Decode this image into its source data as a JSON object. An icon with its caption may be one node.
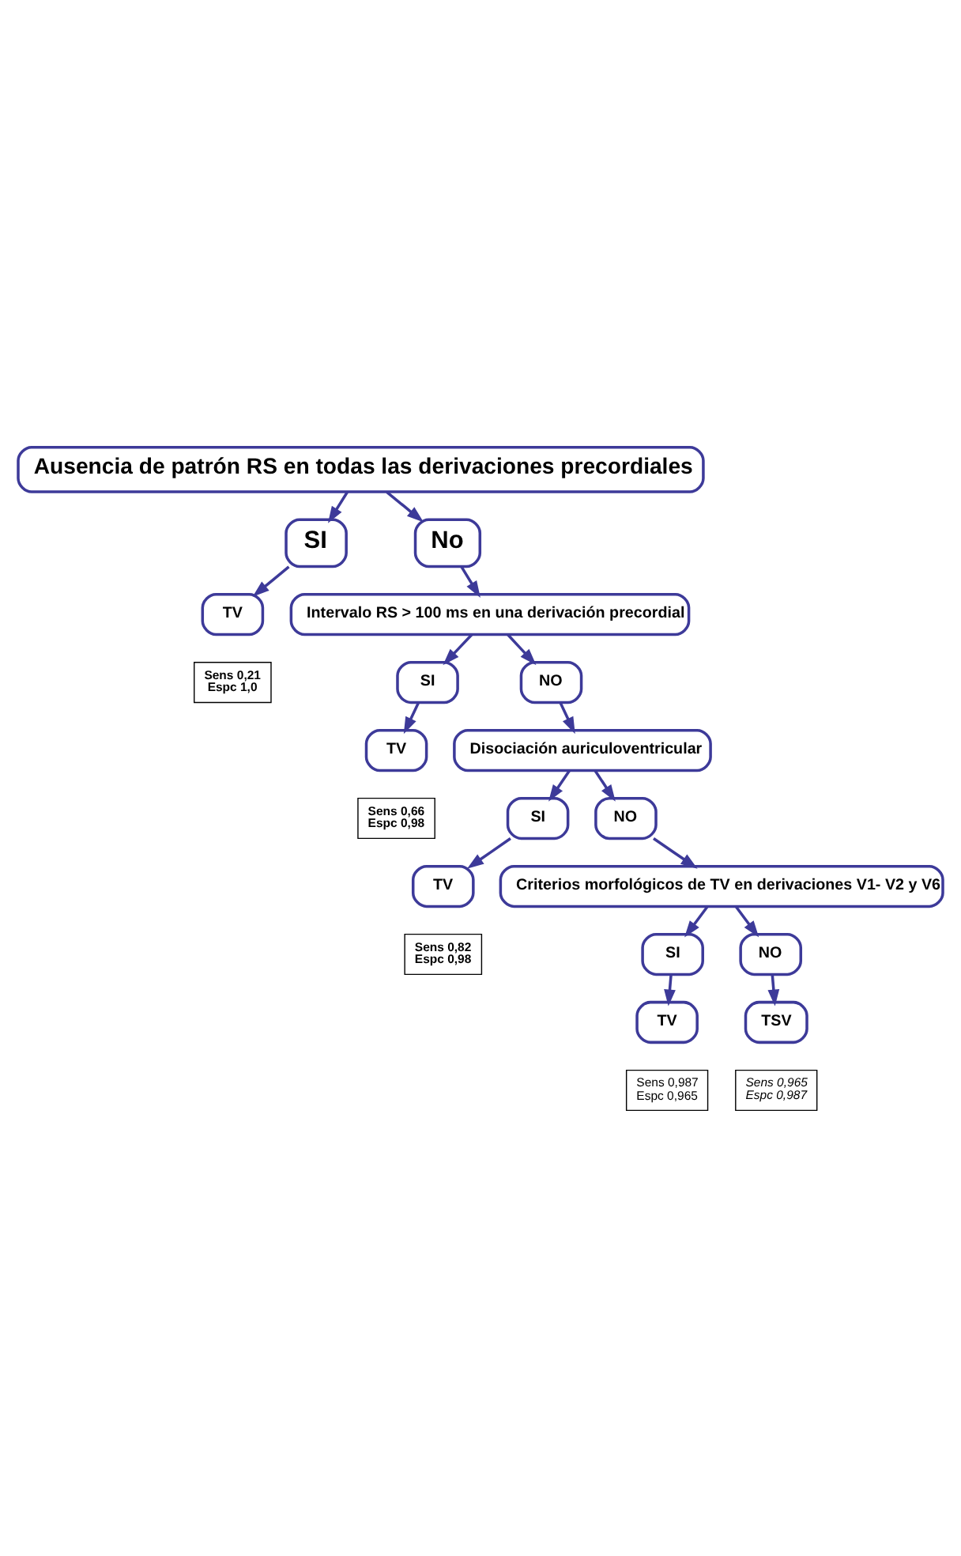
{
  "diagram": {
    "nodes": [
      {
        "text": [
          "Ausencia de patrón RS en todas las derivaciones precordiales"
        ]
      },
      {
        "text": [
          "SI"
        ]
      },
      {
        "text": [
          "No"
        ]
      },
      {
        "text": [
          "TV"
        ]
      },
      {
        "text": [
          "Intervalo RS > 100 ms en una derivación precordial"
        ]
      },
      {
        "text": [
          "SI"
        ]
      },
      {
        "text": [
          "NO"
        ]
      },
      {
        "text": [
          "TV"
        ]
      },
      {
        "text": [
          "Disociación auriculoventricular"
        ]
      },
      {
        "text": [
          "SI"
        ]
      },
      {
        "text": [
          "NO"
        ]
      },
      {
        "text": [
          "TV"
        ]
      },
      {
        "text": [
          "Criterios morfológicos de TV en derivaciones V1- V2 y V6"
        ]
      },
      {
        "text": [
          "SI"
        ]
      },
      {
        "text": [
          "NO"
        ]
      },
      {
        "text": [
          "TV"
        ]
      },
      {
        "text": [
          "TSV"
        ]
      },
      {
        "text": [
          "Sens 0,21",
          "Espc 1,0"
        ]
      },
      {
        "text": [
          "Sens 0,66",
          "Espc 0,98"
        ]
      },
      {
        "text": [
          "Sens 0,82",
          "Espc 0,98"
        ]
      },
      {
        "text": [
          "Sens 0,987",
          "Espc 0,965"
        ]
      },
      {
        "text": [
          "Sens 0,965",
          "Espc 0,987"
        ]
      }
    ],
    "edges": [
      {
        "from": 0,
        "to": 1,
        "arrow": "to"
      },
      {
        "from": 0,
        "to": 2,
        "arrow": "to"
      },
      {
        "from": 1,
        "to": 3,
        "arrow": "to"
      },
      {
        "from": 2,
        "to": 4,
        "arrow": "to"
      },
      {
        "from": 4,
        "to": 5,
        "arrow": "to"
      },
      {
        "from": 4,
        "to": 6,
        "arrow": "to"
      },
      {
        "from": 5,
        "to": 7,
        "arrow": "to"
      },
      {
        "from": 6,
        "to": 8,
        "arrow": "to"
      },
      {
        "from": 8,
        "to": 9,
        "arrow": "to"
      },
      {
        "from": 8,
        "to": 10,
        "arrow": "to"
      },
      {
        "from": 9,
        "to": 11,
        "arrow": "to"
      },
      {
        "from": 10,
        "to": 12,
        "arrow": "to"
      },
      {
        "from": 12,
        "to": 13,
        "arrow": "to"
      },
      {
        "from": 12,
        "to": 14,
        "arrow": "to"
      },
      {
        "from": 13,
        "to": 15,
        "arrow": "to"
      },
      {
        "from": 14,
        "to": 16,
        "arrow": "to"
      }
    ]
  }
}
